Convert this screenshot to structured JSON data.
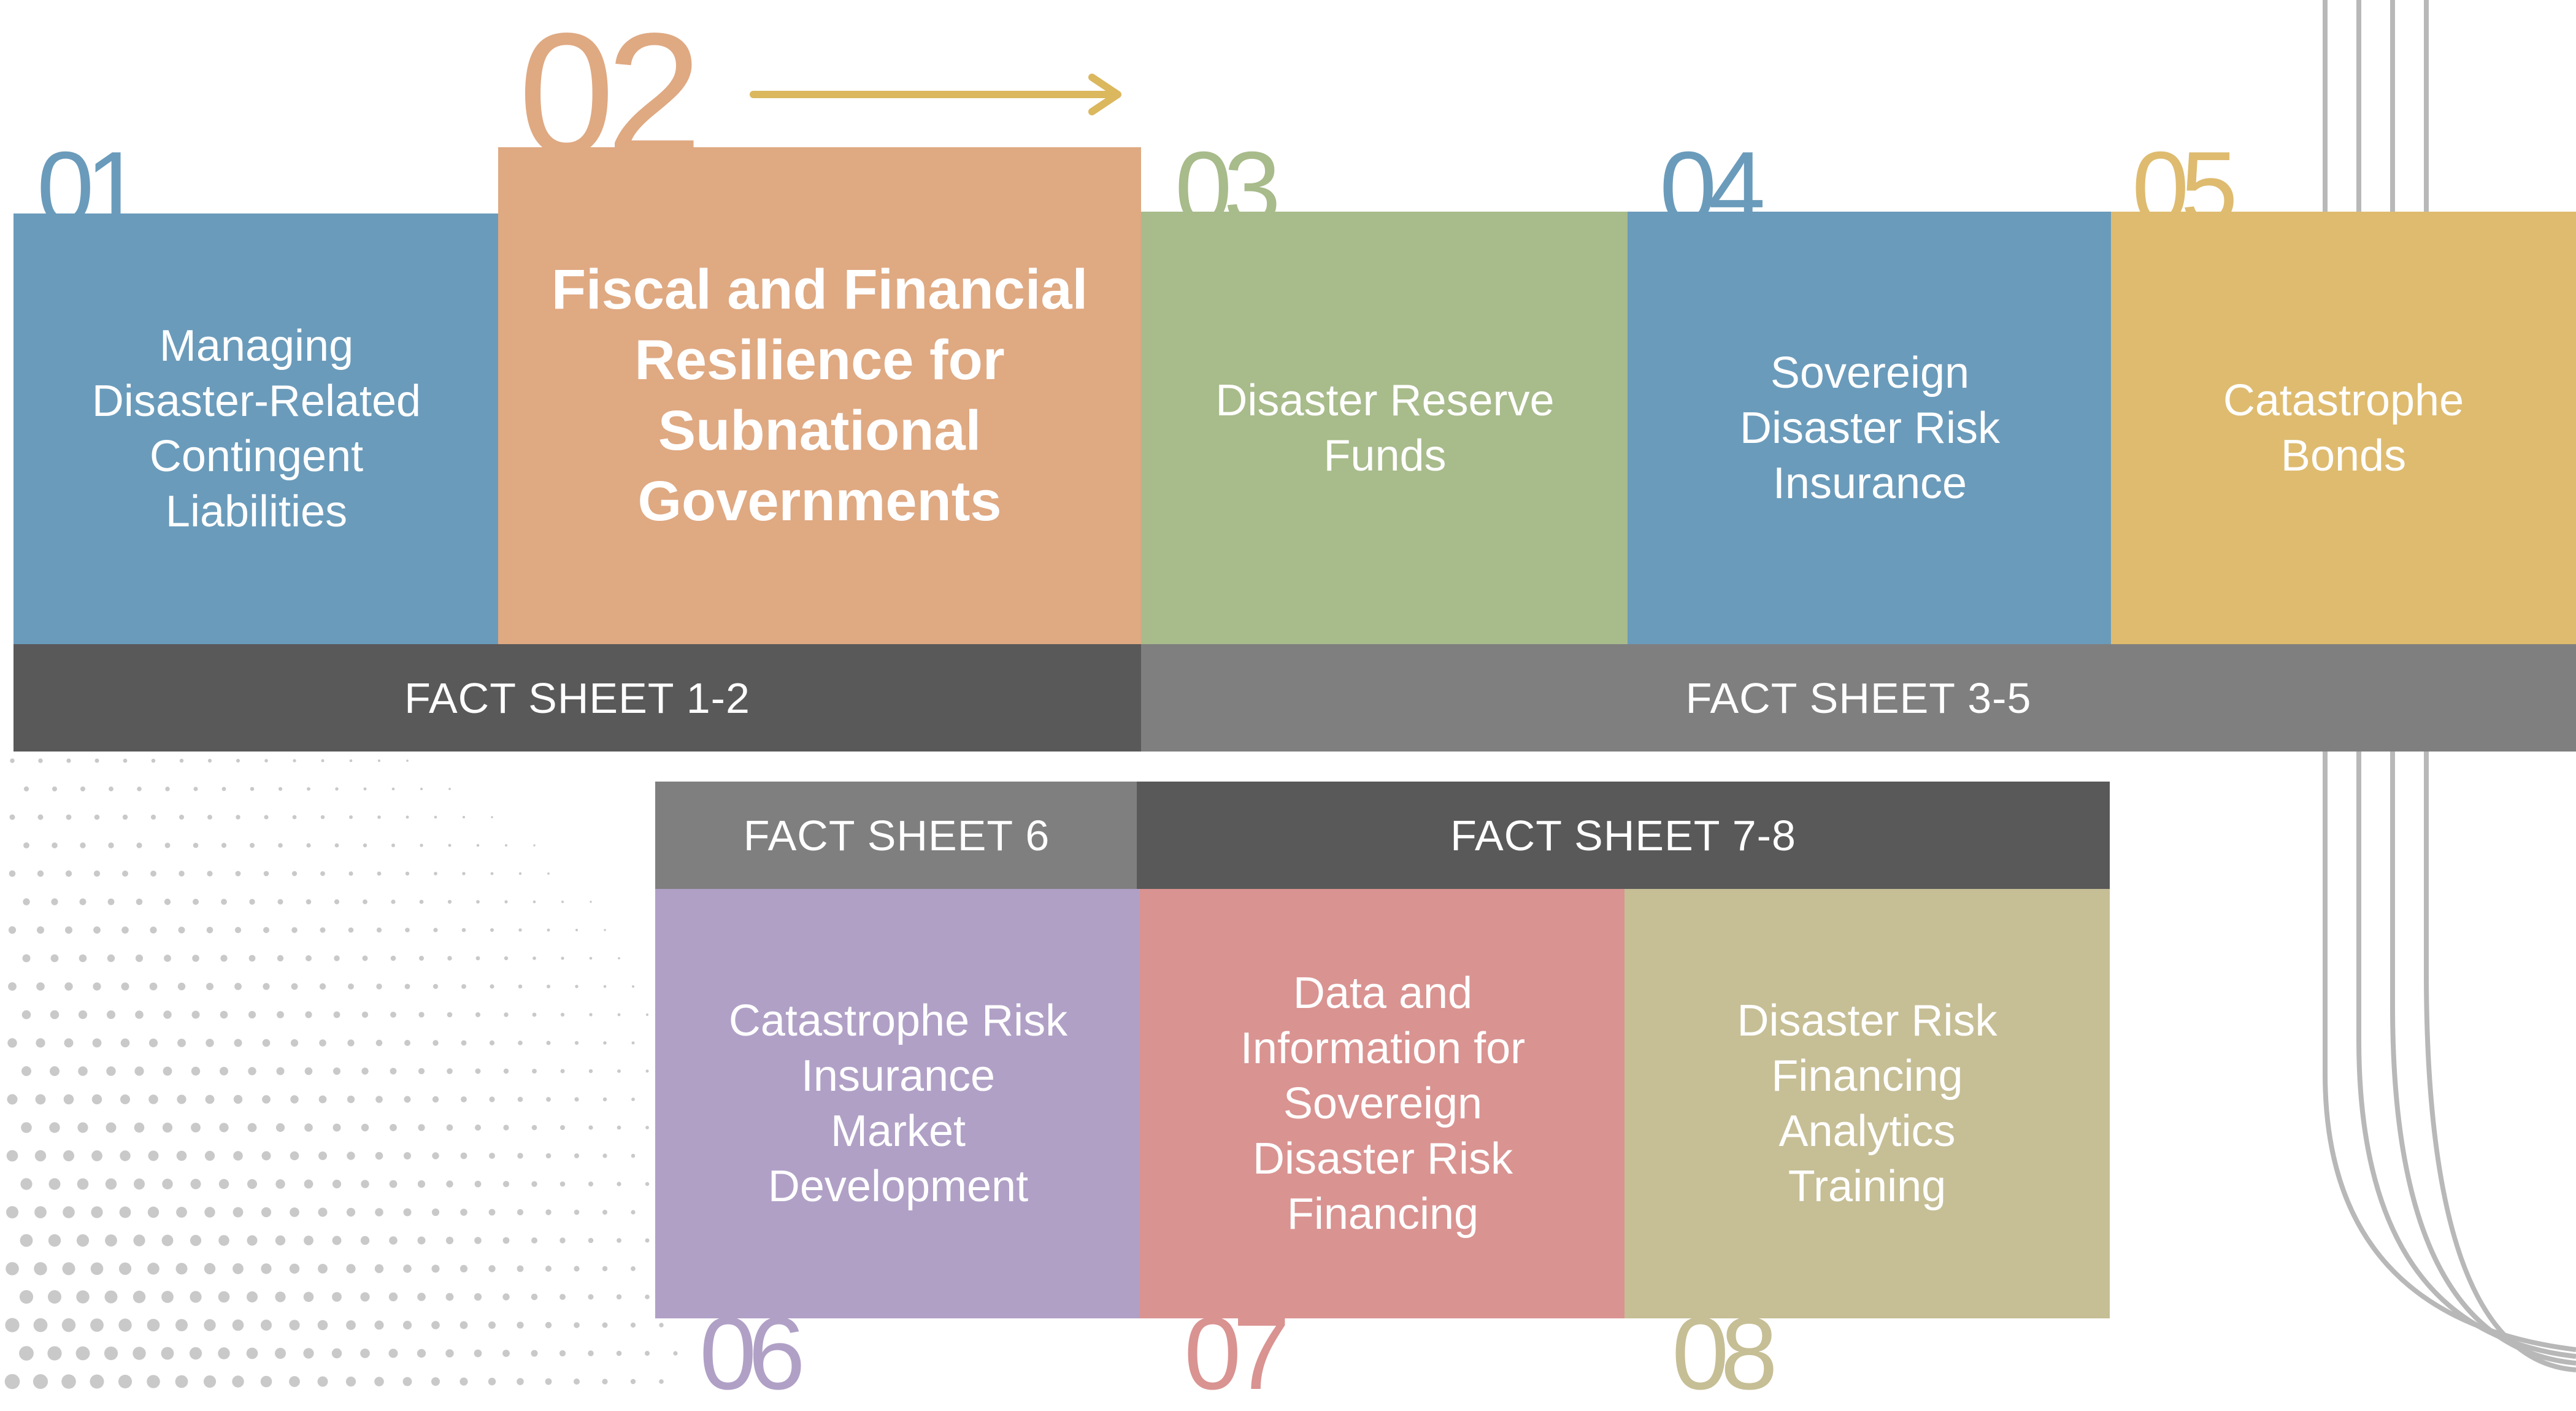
{
  "colors": {
    "blue": "#6a9bbb",
    "orange": "#dfa982",
    "green": "#a8bb8b",
    "yellow": "#debb6f",
    "purple": "#b0a0c6",
    "pink": "#d99391",
    "khaki": "#c6be95",
    "bar_dark": "#595959",
    "bar_light": "#7f7f7f",
    "arrow": "#dbb75e"
  },
  "items": [
    {
      "number": "01",
      "label": "Managing\nDisaster-Related\nContingent\nLiabilities",
      "color": "#6a9bbb"
    },
    {
      "number": "02",
      "label": "Fiscal and Financial\nResilience for\nSubnational\nGovernments",
      "color": "#dfa982",
      "highlighted": true
    },
    {
      "number": "03",
      "label": "Disaster Reserve\nFunds",
      "color": "#a8bb8b"
    },
    {
      "number": "04",
      "label": "Sovereign\nDisaster Risk\nInsurance",
      "color": "#6a9bbb"
    },
    {
      "number": "05",
      "label": "Catastrophe\nBonds",
      "color": "#debb6f"
    },
    {
      "number": "06",
      "label": "Catastrophe Risk\nInsurance\nMarket\nDevelopment",
      "color": "#b0a0c6"
    },
    {
      "number": "07",
      "label": "Data and\nInformation for\nSovereign\nDisaster Risk\nFinancing",
      "color": "#d99391"
    },
    {
      "number": "08",
      "label": "Disaster Risk\nFinancing\nAnalytics\nTraining",
      "color": "#c6be95"
    }
  ],
  "fact_sheets": [
    {
      "label": "FACT SHEET 1-2",
      "color": "#595959"
    },
    {
      "label": "FACT SHEET 3-5",
      "color": "#7f7f7f"
    },
    {
      "label": "FACT SHEET 6",
      "color": "#7f7f7f"
    },
    {
      "label": "FACT SHEET 7-8",
      "color": "#595959"
    }
  ],
  "icons": {
    "progress_arrow": "arrow-right-icon"
  }
}
